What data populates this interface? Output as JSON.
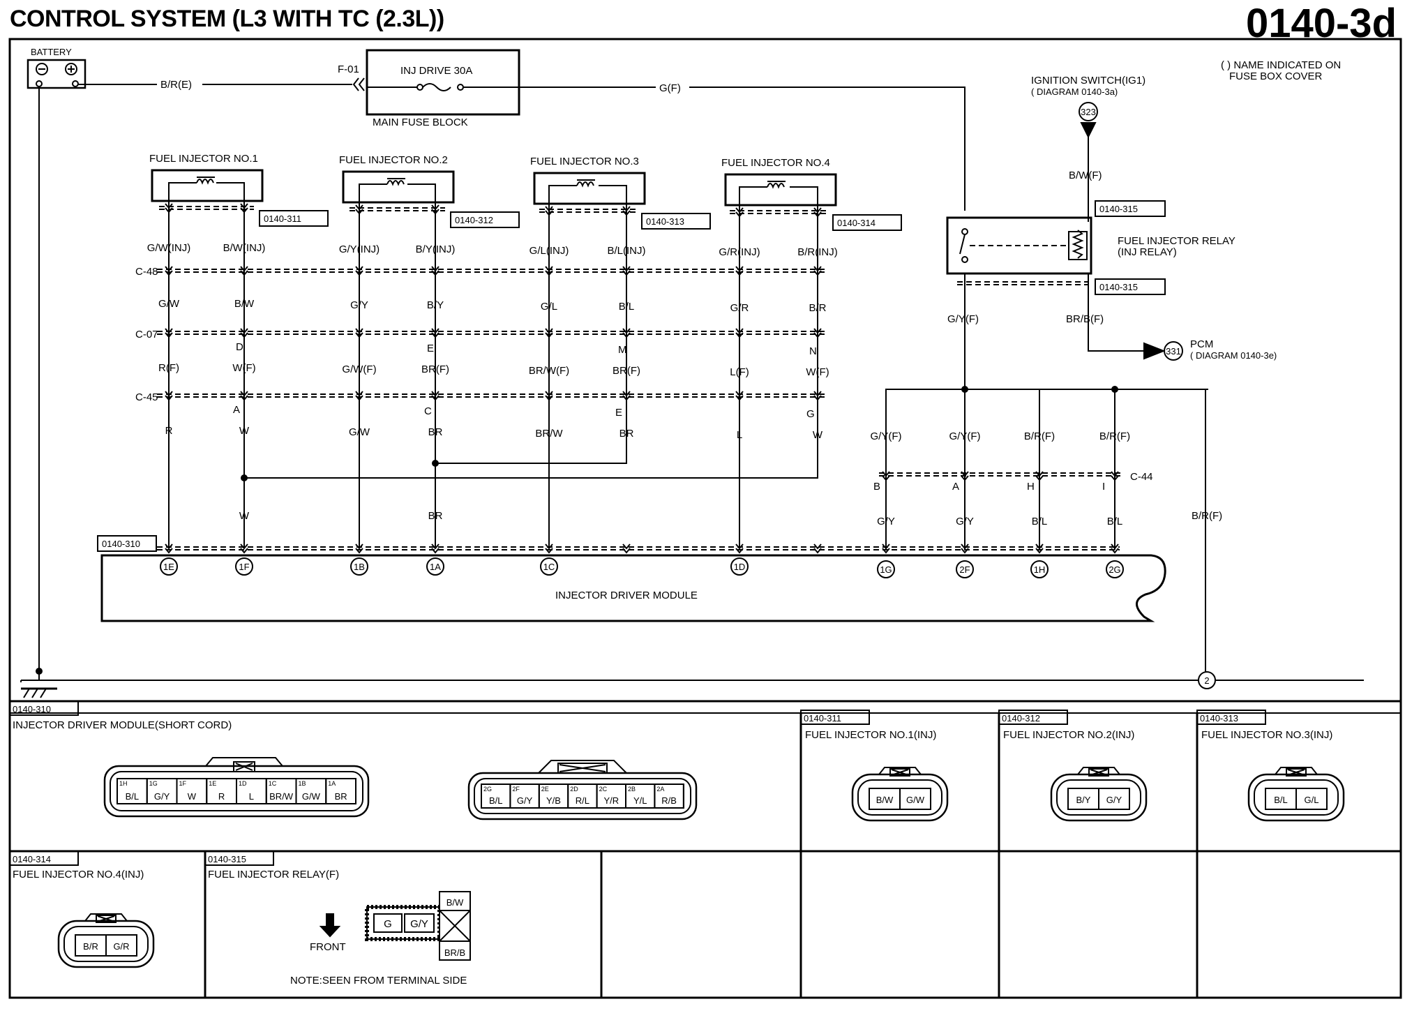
{
  "header": {
    "title": "CONTROL SYSTEM (L3 WITH TC (2.3L))",
    "code": "0140-3d"
  },
  "note": {
    "line1": "( ) NAME INDICATED ON",
    "line2": "FUSE BOX COVER"
  },
  "battery": {
    "label": "BATTERY",
    "wire": "B/R(E)"
  },
  "fuse": {
    "id": "F-01",
    "name": "INJ DRIVE 30A",
    "block": "MAIN FUSE BLOCK",
    "out_wire": "G(F)"
  },
  "ignition": {
    "name": "IGNITION SWITCH(IG1)",
    "ref": "( DIAGRAM 0140-3a)",
    "circle": "323",
    "wire": "B/W(F)"
  },
  "relay": {
    "name": "FUEL INJECTOR RELAY",
    "alt": "(INJ RELAY)",
    "conn_top": "0140-315",
    "conn_bot": "0140-315",
    "out_left": "G/Y(F)",
    "out_right": "BR/B(F)"
  },
  "pcm": {
    "name": "PCM",
    "ref": "( DIAGRAM 0140-3e)",
    "circle": "331"
  },
  "connectors": {
    "c48": "C-48",
    "c07": "C-07",
    "c45": "C-45",
    "c44": "C-44"
  },
  "injectors": [
    {
      "name": "FUEL INJECTOR NO.1",
      "conn": "0140-311",
      "l": {
        "w1": "G/W(INJ)",
        "w2": "G/W",
        "pin07": "",
        "w3": "R(F)",
        "pin45": "",
        "w4": "R",
        "w5": "",
        "term": "1E"
      },
      "r": {
        "w1": "B/W(INJ)",
        "w2": "B/W",
        "pin07": "D",
        "w3": "W(F)",
        "pin45": "A",
        "w4": "W",
        "w5": "W",
        "term": "1F"
      }
    },
    {
      "name": "FUEL INJECTOR NO.2",
      "conn": "0140-312",
      "l": {
        "w1": "G/Y(INJ)",
        "w2": "G/Y",
        "pin07": "",
        "w3": "G/W(F)",
        "pin45": "",
        "w4": "G/W",
        "w5": "",
        "term": "1B"
      },
      "r": {
        "w1": "B/Y(INJ)",
        "w2": "B/Y",
        "pin07": "E",
        "w3": "BR(F)",
        "pin45": "C",
        "w4": "BR",
        "w5": "BR",
        "term": "1A"
      }
    },
    {
      "name": "FUEL INJECTOR NO.3",
      "conn": "0140-313",
      "l": {
        "w1": "G/L(INJ)",
        "w2": "G/L",
        "pin07": "",
        "w3": "BR/W(F)",
        "pin45": "",
        "w4": "BR/W",
        "w5": "",
        "term": "1C"
      },
      "r": {
        "w1": "B/L(INJ)",
        "w2": "B/L",
        "pin07": "M",
        "w3": "BR(F)",
        "pin45": "E",
        "w4": "BR",
        "w5": "",
        "term": ""
      }
    },
    {
      "name": "FUEL INJECTOR NO.4",
      "conn": "0140-314",
      "l": {
        "w1": "G/R(INJ)",
        "w2": "G/R",
        "pin07": "",
        "w3": "L(F)",
        "pin45": "",
        "w4": "L",
        "w5": "",
        "term": "1D"
      },
      "r": {
        "w1": "B/R(INJ)",
        "w2": "B/R",
        "pin07": "N",
        "w3": "W(F)",
        "pin45": "G",
        "w4": "W",
        "w5": "",
        "term": ""
      }
    }
  ],
  "supply": [
    {
      "top": "G/Y(F)",
      "pin": "B",
      "bot": "G/Y",
      "term": "1G"
    },
    {
      "top": "G/Y(F)",
      "pin": "A",
      "bot": "G/Y",
      "term": "2F"
    },
    {
      "top": "B/R(F)",
      "pin": "H",
      "bot": "B/L",
      "term": "1H"
    },
    {
      "top": "B/R(F)",
      "pin": "I",
      "bot": "B/L",
      "term": "2G"
    }
  ],
  "module": {
    "name": "INJECTOR DRIVER MODULE",
    "conn": "0140-310",
    "ground_wire": "B/R(F)",
    "ground_circle": "2"
  },
  "views": {
    "v310": {
      "code": "0140-310",
      "title": "INJECTOR DRIVER MODULE(SHORT CORD)",
      "a_pins": [
        "1H",
        "1G",
        "1F",
        "1E",
        "1D",
        "1C",
        "1B",
        "1A"
      ],
      "a_wires": [
        "B/L",
        "G/Y",
        "W",
        "R",
        "L",
        "BR/W",
        "G/W",
        "BR"
      ],
      "b_pins": [
        "2G",
        "2F",
        "2E",
        "2D",
        "2C",
        "2B",
        "2A"
      ],
      "b_wires": [
        "B/L",
        "G/Y",
        "Y/B",
        "R/L",
        "Y/R",
        "Y/L",
        "R/B"
      ]
    },
    "v311": {
      "code": "0140-311",
      "title": "FUEL INJECTOR NO.1(INJ)",
      "w": [
        "B/W",
        "G/W"
      ]
    },
    "v312": {
      "code": "0140-312",
      "title": "FUEL INJECTOR NO.2(INJ)",
      "w": [
        "B/Y",
        "G/Y"
      ]
    },
    "v313": {
      "code": "0140-313",
      "title": "FUEL INJECTOR NO.3(INJ)",
      "w": [
        "B/L",
        "G/L"
      ]
    },
    "v314": {
      "code": "0140-314",
      "title": "FUEL INJECTOR NO.4(INJ)",
      "w": [
        "B/R",
        "G/R"
      ]
    },
    "v315": {
      "code": "0140-315",
      "title": "FUEL INJECTOR RELAY(F)",
      "w": [
        "G",
        "G/Y",
        "B/W",
        "BR/B"
      ],
      "front": "FRONT",
      "note": "NOTE:SEEN FROM TERMINAL SIDE"
    }
  }
}
